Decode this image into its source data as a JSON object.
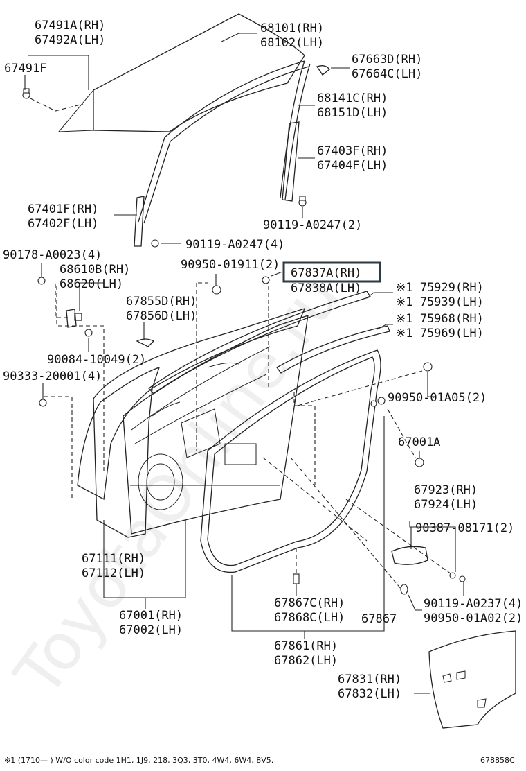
{
  "watermark": "ToyotaOnline.ru",
  "highlighted_label": "67837A(RH)",
  "labels": {
    "l67491A": "67491A(RH)",
    "l67492A": "67492A(LH)",
    "l67491F": "67491F",
    "l68101": "68101(RH)",
    "l68102": "68102(LH)",
    "l67663D": "67663D(RH)",
    "l67664C": "67664C(LH)",
    "l68141C": "68141C(RH)",
    "l68151D": "68151D(LH)",
    "l67403F": "67403F(RH)",
    "l67404F": "67404F(LH)",
    "l67401F": "67401F(RH)",
    "l67402F": "67402F(LH)",
    "l90119A": "90119-A0247(2)",
    "l90119B": "90119-A0247(4)",
    "l90178": "90178-A0023(4)",
    "l68610B": "68610B(RH)",
    "l68620": "68620(LH)",
    "l90950a": "90950-01911(2)",
    "l67838A": "67838A(LH)",
    "l67855D": "67855D(RH)",
    "l67856D": "67856D(LH)",
    "l75929": "※1 75929(RH)",
    "l75939": "※1 75939(LH)",
    "l75968": "※1 75968(RH)",
    "l75969": "※1 75969(LH)",
    "l90084": "90084-10049(2)",
    "l90333": "90333-20001(4)",
    "l90950b": "90950-01A05(2)",
    "l67001A": "67001A",
    "l67923": "67923(RH)",
    "l67924": "67924(LH)",
    "l90387": "90387-08171(2)",
    "l67111": "67111(RH)",
    "l67112": "67112(LH)",
    "l67001": "67001(RH)",
    "l67002": "67002(LH)",
    "l67867C": "67867C(RH)",
    "l67868C": "67868C(LH)",
    "l67867": "67867",
    "l90119C": "90119-A0237(4)",
    "l90950c": "90950-01A02(2)",
    "l67861": "67861(RH)",
    "l67862": "67862(LH)",
    "l67831": "67831(RH)",
    "l67832": "67832(LH)"
  },
  "footnote": "※1 (1710—      ) W/O color code 1H1, 1J9, 218, 3Q3, 3T0, 4W4, 6W4, 8V5.",
  "diagram_code": "678858C"
}
